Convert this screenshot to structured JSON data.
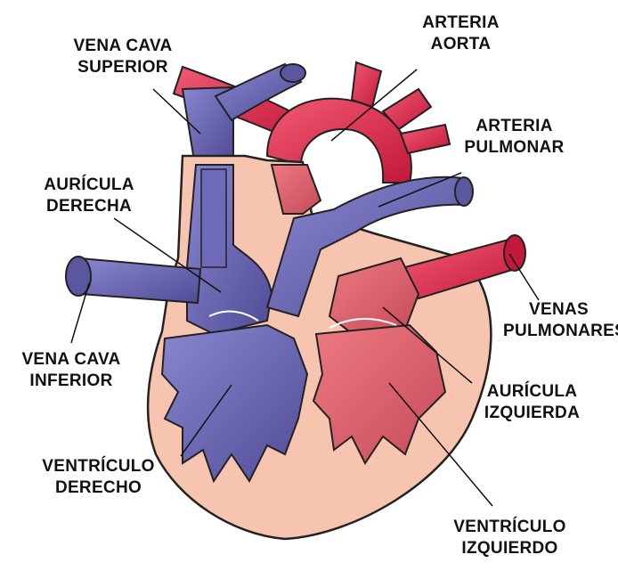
{
  "diagram": {
    "labels": {
      "vena_cava_superior": [
        "VENA CAVA",
        "SUPERIOR"
      ],
      "arteria_aorta": [
        "ARTERIA",
        "AORTA"
      ],
      "arteria_pulmonar": [
        "ARTERIA",
        "PULMONAR"
      ],
      "auricula_derecha": [
        "AURÍCULA",
        "DERECHA"
      ],
      "venas_pulmonares": [
        "VENAS",
        "PULMONARES"
      ],
      "vena_cava_inferior": [
        "VENA CAVA",
        "INFERIOR"
      ],
      "auricula_izquierda": [
        "AURÍCULA",
        "IZQUIERDA"
      ],
      "ventriculo_derecho": [
        "VENTRÍCULO",
        "DERECHO"
      ],
      "ventriculo_izquierdo": [
        "VENTRÍCULO",
        "IZQUIERDO"
      ]
    },
    "colors": {
      "oxygenated": "#e8344e",
      "deoxygenated": "#6e6ab8",
      "wall": "#f7c4b0",
      "outline": "#222222",
      "leader_line": "#111111"
    }
  }
}
